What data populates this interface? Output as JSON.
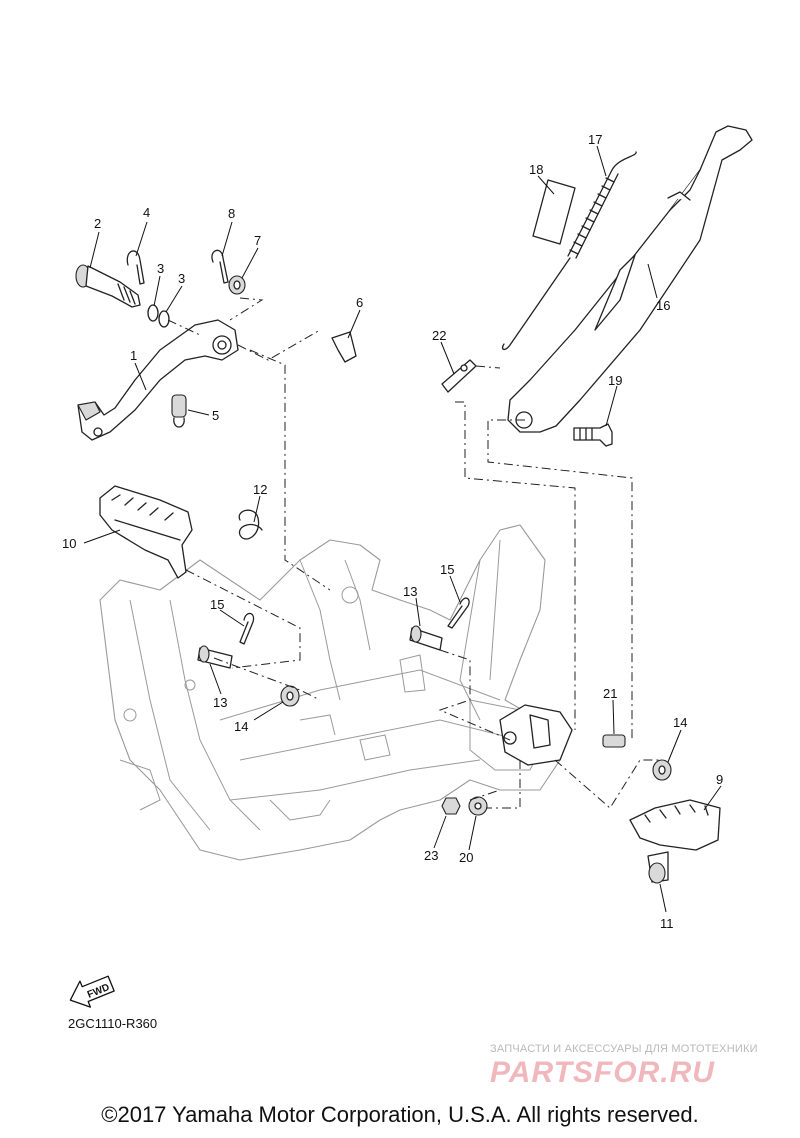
{
  "callouts": [
    {
      "id": "1",
      "label": "1"
    },
    {
      "id": "2",
      "label": "2"
    },
    {
      "id": "3a",
      "label": "3"
    },
    {
      "id": "3b",
      "label": "3"
    },
    {
      "id": "4",
      "label": "4"
    },
    {
      "id": "5",
      "label": "5"
    },
    {
      "id": "6",
      "label": "6"
    },
    {
      "id": "7",
      "label": "7"
    },
    {
      "id": "8",
      "label": "8"
    },
    {
      "id": "9",
      "label": "9"
    },
    {
      "id": "10",
      "label": "10"
    },
    {
      "id": "11",
      "label": "11"
    },
    {
      "id": "12",
      "label": "12"
    },
    {
      "id": "13a",
      "label": "13"
    },
    {
      "id": "13b",
      "label": "13"
    },
    {
      "id": "14a",
      "label": "14"
    },
    {
      "id": "14b",
      "label": "14"
    },
    {
      "id": "15a",
      "label": "15"
    },
    {
      "id": "15b",
      "label": "15"
    },
    {
      "id": "16",
      "label": "16"
    },
    {
      "id": "17",
      "label": "17"
    },
    {
      "id": "18",
      "label": "18"
    },
    {
      "id": "19",
      "label": "19"
    },
    {
      "id": "20",
      "label": "20"
    },
    {
      "id": "21",
      "label": "21"
    },
    {
      "id": "22",
      "label": "22"
    },
    {
      "id": "23",
      "label": "23"
    }
  ],
  "fwd_label": "FWD",
  "drawing_code": "2GC1110-R360",
  "watermark": {
    "subtitle": "ЗАПЧАСТИ И АКСЕССУАРЫ ДЛЯ МОТОТЕХНИКИ",
    "logo": "PARTSFOR.RU"
  },
  "copyright": "©2017 Yamaha Motor Corporation, U.S.A. All rights reserved."
}
